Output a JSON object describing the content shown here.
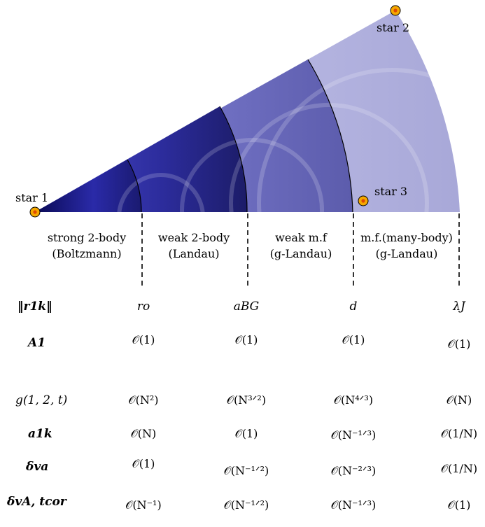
{
  "stars": [
    {
      "label": "star 1"
    },
    {
      "label": "star 2"
    },
    {
      "label": "star 3"
    }
  ],
  "regions": [
    {
      "line1": "strong 2-body",
      "line2": "(Boltzmann)",
      "color": "#1c1c6e"
    },
    {
      "line1": "weak 2-body",
      "line2": "(Landau)",
      "color": "#26266f"
    },
    {
      "line1": "weak m.f",
      "line2": "(g-Landau)",
      "color": "#6c6cb4"
    },
    {
      "line1": "m.f.(many-body)",
      "line2": "(g-Landau)",
      "color": "#b4b4dc"
    }
  ],
  "star_color": "#f5a800",
  "table": {
    "header": {
      "label": "‖r1k‖",
      "columns": [
        "ro",
        "aBG",
        "d",
        "λJ"
      ]
    },
    "rows": [
      {
        "label": "A1",
        "cells": [
          "𝒪(1)",
          "𝒪(1)",
          "𝒪(1)",
          "𝒪(1)"
        ]
      },
      {
        "label": "g(1, 2, t)",
        "cells": [
          "𝒪(N²)",
          "𝒪(N³ᐟ²)",
          "𝒪(N⁴ᐟ³)",
          "𝒪(N)"
        ]
      },
      {
        "label": "a1k",
        "cells": [
          "𝒪(N)",
          "𝒪(1)",
          "𝒪(N⁻¹ᐟ³)",
          "𝒪(1/N)"
        ]
      },
      {
        "label": "δva",
        "cells": [
          "𝒪(1)",
          "𝒪(N⁻¹ᐟ²)",
          "𝒪(N⁻²ᐟ³)",
          "𝒪(1/N)"
        ]
      },
      {
        "label": "δvA, tcor",
        "cells": [
          "𝒪(N⁻¹)",
          "𝒪(N⁻¹ᐟ²)",
          "𝒪(N⁻¹ᐟ³)",
          "𝒪(1)"
        ]
      }
    ]
  }
}
